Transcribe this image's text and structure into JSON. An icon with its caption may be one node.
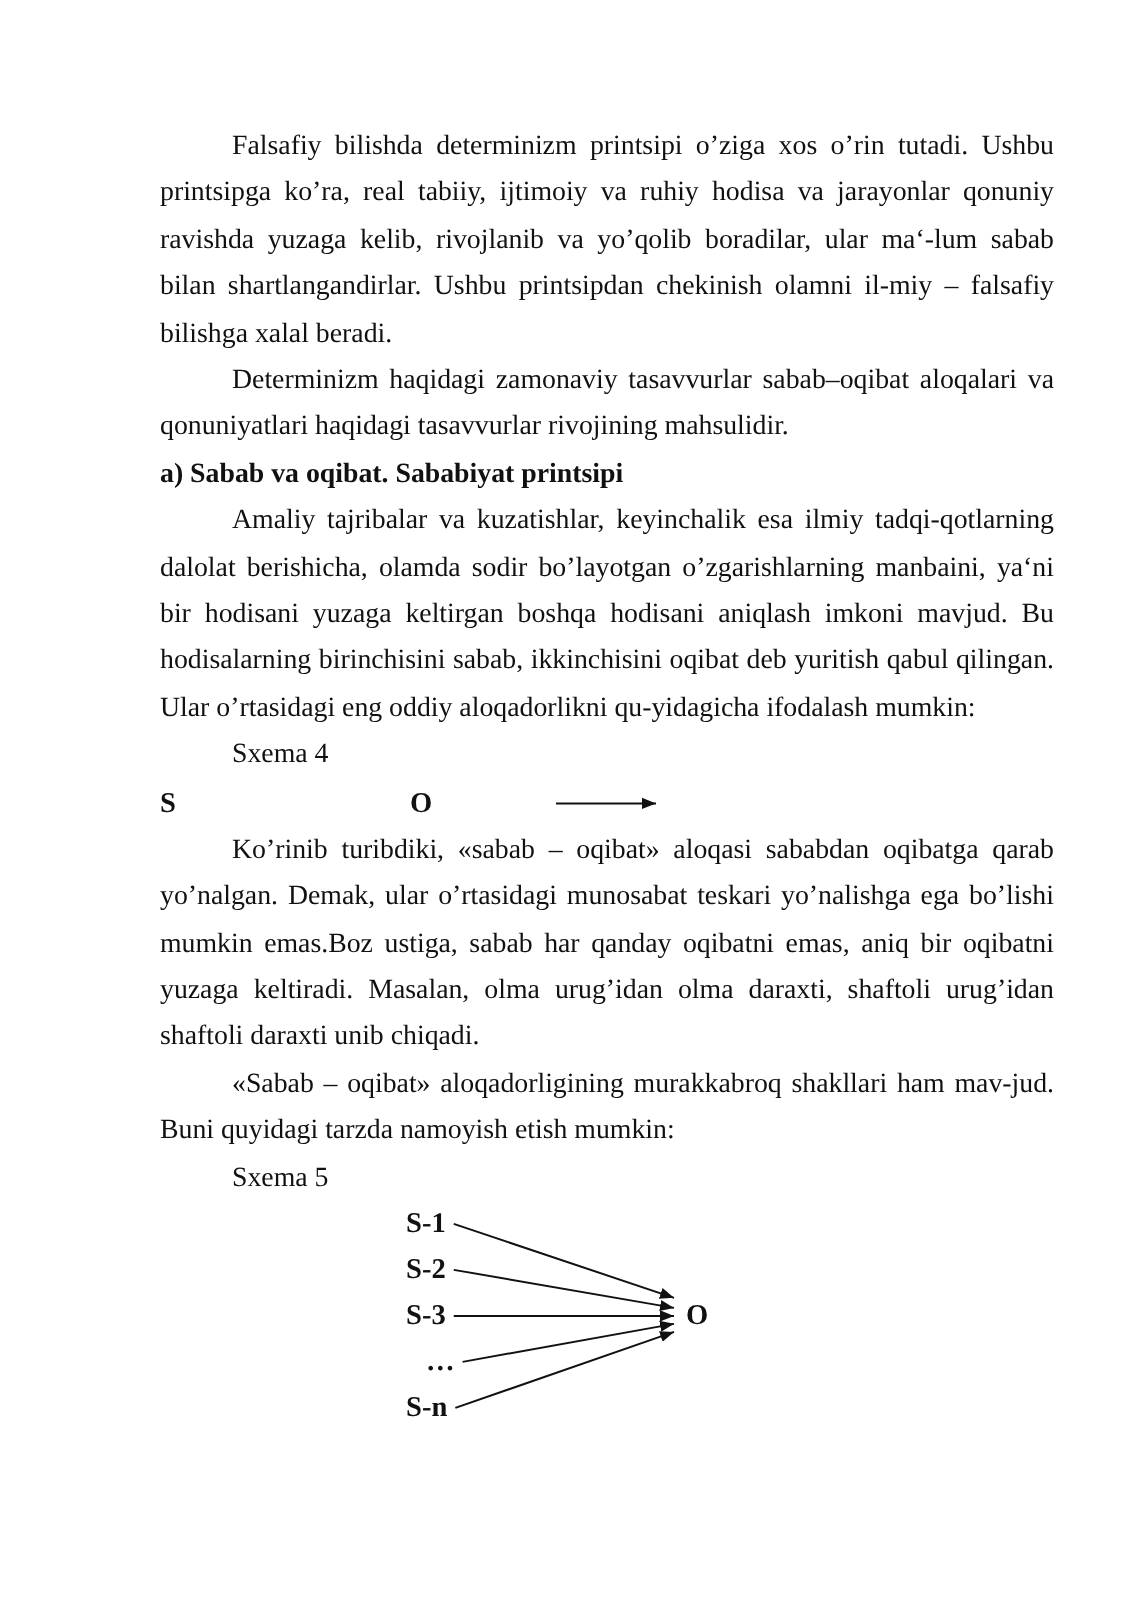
{
  "diagram": {
    "nodes": [
      {
        "text": [
          "S"
        ]
      },
      {
        "text": [
          "O"
        ]
      },
      {
        "text": [
          "S-1"
        ]
      },
      {
        "text": [
          "S-2"
        ]
      },
      {
        "text": [
          "S-3"
        ]
      },
      {
        "text": [
          "…"
        ]
      },
      {
        "text": [
          "S-n"
        ]
      },
      {
        "text": [
          "O"
        ]
      }
    ],
    "edges": [
      {
        "from": 2,
        "to": 7,
        "arrow": "to"
      },
      {
        "from": 3,
        "to": 7,
        "arrow": "to"
      },
      {
        "from": 4,
        "to": 7,
        "arrow": "to"
      },
      {
        "from": 5,
        "to": 7,
        "arrow": "to"
      },
      {
        "from": 6,
        "to": 7,
        "arrow": "to"
      }
    ],
    "labels": [
      "Falsafiy bilishda determinizm printsipi o’ziga xos o’rin tutadi. Ushbu printsipga ko’ra, real tabiiy, ijtimoiy va ruhiy hodisa va jarayonlar qonuniy ravishda yuzaga kelib, rivojlanib va yo’qolib boradilar, ular ma‘-lum sabab bilan shartlangandirlar. Ushbu printsipdan chekinish olamni il-miy – falsafiy bilishga xalal beradi.",
      "Determinizm haqidagi zamonaviy tasavvurlar sabab–oqibat aloqalari va qonuniyatlari haqidagi tasavvurlar rivojining mahsulidir.",
      "a) Sabab va oqibat. Sababiyat printsipi",
      "Amaliy tajribalar va kuzatishlar, keyinchalik esa ilmiy tadqi-qotlarning dalolat berishicha, olamda sodir bo’layotgan o’zgarishlarning manbaini, ya‘ni bir hodisani yuzaga keltirgan boshqa hodisani aniqlash imkoni mavjud. Bu hodisalarning birinchisini sabab, ikkinchisini oqibat deb yuritish qabul qilingan. Ular o’rtasidagi eng oddiy aloqadorlikni qu-yidagicha ifodalash mumkin:",
      "Sxema 4",
      "Ko’rinib turibdiki, «sabab – oqibat» aloqasi sababdan oqibatga qarab yo’nalgan. Demak, ular o’rtasidagi munosabat teskari yo’nalishga ega bo’lishi mumkin emas.Boz ustiga, sabab har qanday oqibatni emas, aniq bir oqibatni yuzaga keltiradi. Masalan, olma urug’idan olma daraxti, shaftoli urug’idan shaftoli daraxti unib chiqadi.",
      "«Sabab – oqibat» aloqadorligining murakkabroq shakllari ham mav-jud. Buni quyidagi tarzda namoyish etish mumkin:",
      "Sxema 5"
    ]
  }
}
